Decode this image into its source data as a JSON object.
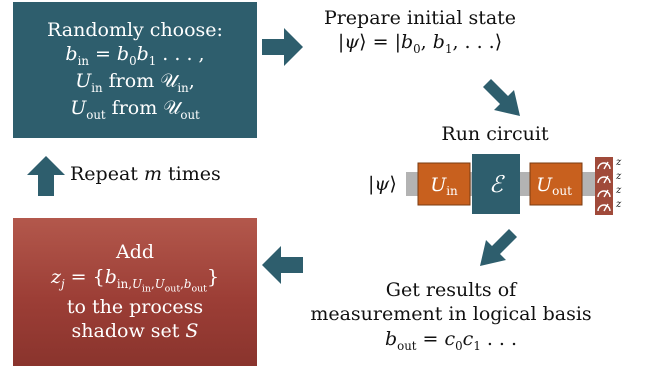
{
  "colors": {
    "teal": "#2e5e6d",
    "red_box": "#9c3e36",
    "gate_orange": "#c8601e",
    "wire_gray": "#b3b3b3",
    "meter_red": "#a04a3a"
  },
  "steps": {
    "choose": {
      "line1": "Randomly choose:",
      "line2": "b_in = b_0 b_1 . . . ,",
      "line3": "U_in from 𝒰_in,",
      "line4": "U_out from 𝒰_out"
    },
    "prepare": {
      "line1": "Prepare initial state",
      "line2": "|ψ⟩ = |b_0, b_1, . . .⟩"
    },
    "run": {
      "title": "Run circuit",
      "input_state": "|ψ⟩",
      "gate_in": "U_in",
      "gate_channel": "ℰ",
      "gate_out": "U_out",
      "measure_basis": "z"
    },
    "results": {
      "line1": "Get results of",
      "line2": "measurement in logical basis",
      "line3": "b_out = c_0 c_1 . . ."
    },
    "add": {
      "line1": "Add",
      "line2": "z_j = {b_in,U_in,U_out,b_out}",
      "line3": "to the process",
      "line4": "shadow set S"
    },
    "repeat": {
      "label": "Repeat m times"
    }
  },
  "icons": [
    "arrow-right-icon",
    "arrow-down-right-icon",
    "arrow-down-left-icon",
    "arrow-left-icon",
    "arrow-up-icon",
    "measurement-meter-icon"
  ]
}
